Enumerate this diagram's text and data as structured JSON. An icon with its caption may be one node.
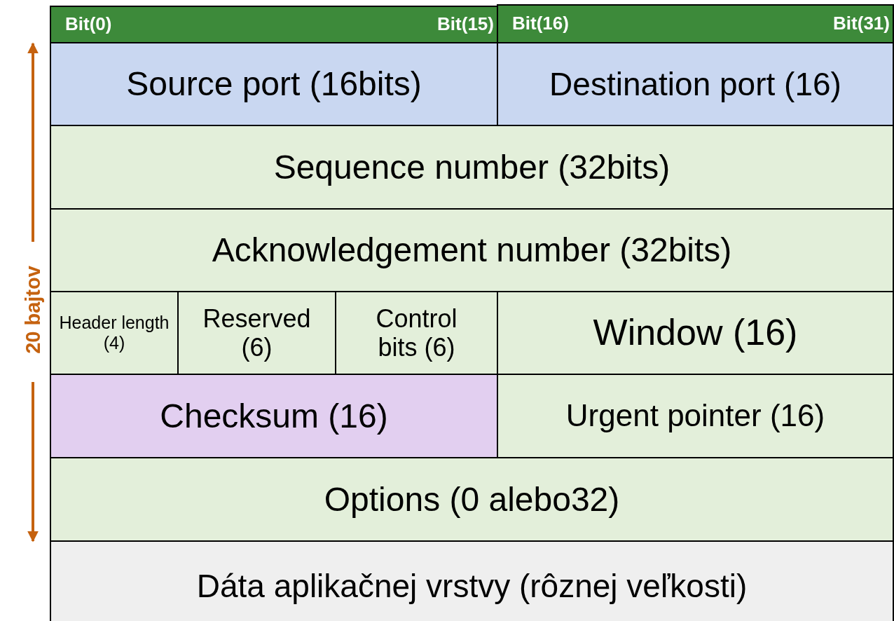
{
  "diagram": {
    "nodes": [
      {
        "text": [
          "Bit(0)",
          "Bit(15)"
        ]
      },
      {
        "text": [
          "Bit(16)",
          "Bit(31)"
        ]
      },
      {
        "text": [
          "Source port (16bits)"
        ]
      },
      {
        "text": [
          "Destination port (16)"
        ]
      },
      {
        "text": [
          "Sequence number (32bits)"
        ]
      },
      {
        "text": [
          "Acknowledgement number (32bits)"
        ]
      },
      {
        "text": [
          "Header length (4)"
        ]
      },
      {
        "text": [
          "Reserved (6)"
        ]
      },
      {
        "text": [
          "Control bits (6)"
        ]
      },
      {
        "text": [
          "Window (16)"
        ]
      },
      {
        "text": [
          "Checksum (16)"
        ]
      },
      {
        "text": [
          "Urgent pointer (16)"
        ]
      },
      {
        "text": [
          "Options (0 alebo32)"
        ]
      },
      {
        "text": [
          "Dáta aplikačnej vrstvy (rôznej veľkosti)"
        ]
      }
    ],
    "labels": [
      "20 bajtov"
    ]
  }
}
